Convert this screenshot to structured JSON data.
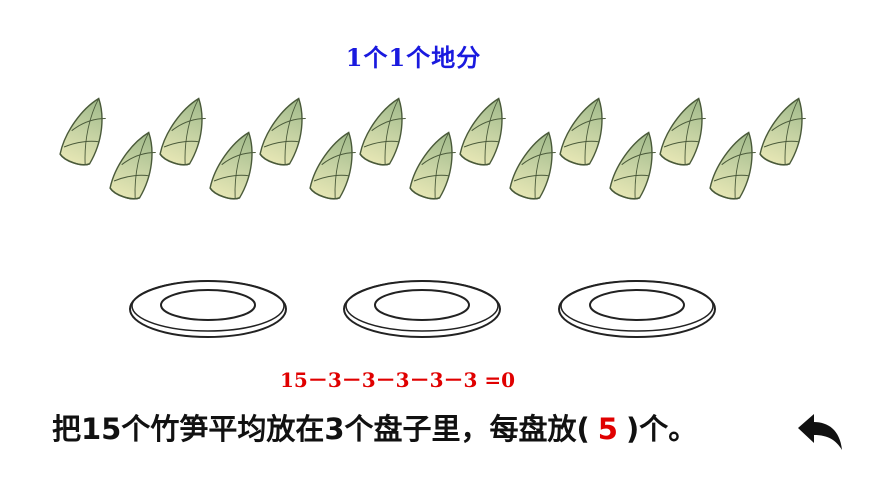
{
  "title": "1个1个地分",
  "shoot_count": 15,
  "plate_count": 3,
  "equation": "15－3－3－3－3－3 =0",
  "question": {
    "prefix": "把15个竹笋平均放在3个盘子里，每盘放(",
    "answer": "5",
    "suffix": ")个。"
  },
  "icons": {
    "shoot": "bamboo-shoot-icon",
    "plate": "plate-icon",
    "back": "back-arrow-icon"
  },
  "colors": {
    "title": "#1a1adf",
    "equation": "#e00000",
    "answer": "#e00000",
    "question": "#111111",
    "shoot_fill": "#c3d2a6",
    "shoot_stroke": "#4a5a3a"
  }
}
